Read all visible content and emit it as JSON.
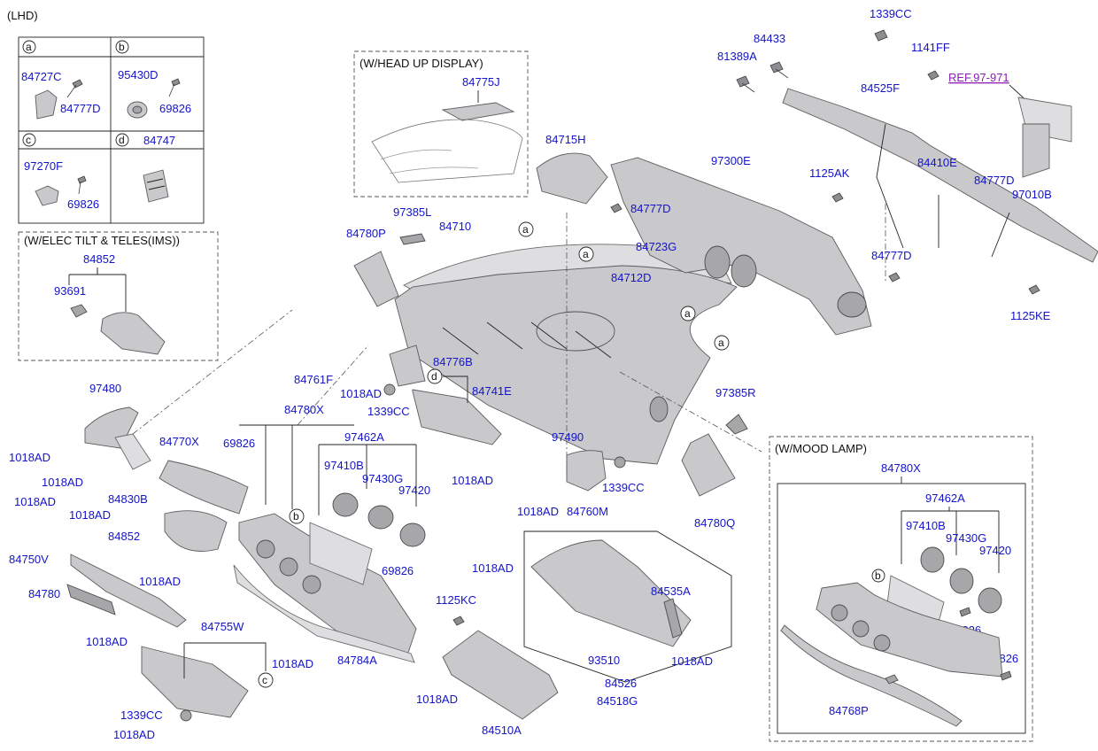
{
  "header": {
    "variant": "(LHD)"
  },
  "legend_table": {
    "cells": [
      {
        "letter": "a",
        "parts": [
          "84727C",
          "84777D"
        ]
      },
      {
        "letter": "b",
        "parts": [
          "95430D",
          "69826"
        ]
      },
      {
        "letter": "c",
        "parts": [
          "97270F",
          "69826"
        ]
      },
      {
        "letter": "d",
        "parts": [
          "84747"
        ]
      }
    ]
  },
  "boxes": {
    "elec_tilt": {
      "title": "(W/ELEC TILT & TELES(IMS))",
      "parts": [
        "84852",
        "93691"
      ]
    },
    "head_up": {
      "title": "(W/HEAD UP DISPLAY)",
      "parts": [
        "84775J"
      ]
    },
    "mood_lamp": {
      "title": "(W/MOOD LAMP)",
      "parts": [
        "84780X",
        "97462A",
        "97410B",
        "97430G",
        "97420",
        "69826",
        "69826",
        "84768P"
      ],
      "callout": "b"
    }
  },
  "ref_label": "REF.97-971",
  "callouts": [
    "a",
    "a",
    "a",
    "a",
    "b",
    "c",
    "d"
  ],
  "part_labels": [
    "1339CC",
    "84433",
    "1141FF",
    "81389A",
    "84525F",
    "84715H",
    "97300E",
    "1125AK",
    "84410E",
    "84777D",
    "97010B",
    "84777D",
    "84723G",
    "84777D",
    "1125KE",
    "84780P",
    "97385L",
    "84710",
    "84712D",
    "97385R",
    "84761F",
    "84776B",
    "1018AD",
    "1339CC",
    "84741E",
    "97480",
    "84770X",
    "1018AD",
    "1018AD",
    "84780X",
    "69826",
    "97462A",
    "97410B",
    "97430G",
    "97420",
    "97490",
    "1018AD",
    "1339CC",
    "84780Q",
    "1018AD",
    "84830B",
    "1018AD",
    "84852",
    "84750V",
    "1018AD",
    "84780",
    "69826",
    "1018AD",
    "84760M",
    "1018AD",
    "84535A",
    "1125KC",
    "84755W",
    "1018AD",
    "1018AD",
    "84784A",
    "93510",
    "1018AD",
    "84526",
    "1018AD",
    "1339CC",
    "84518G",
    "1018AD",
    "84510A"
  ]
}
